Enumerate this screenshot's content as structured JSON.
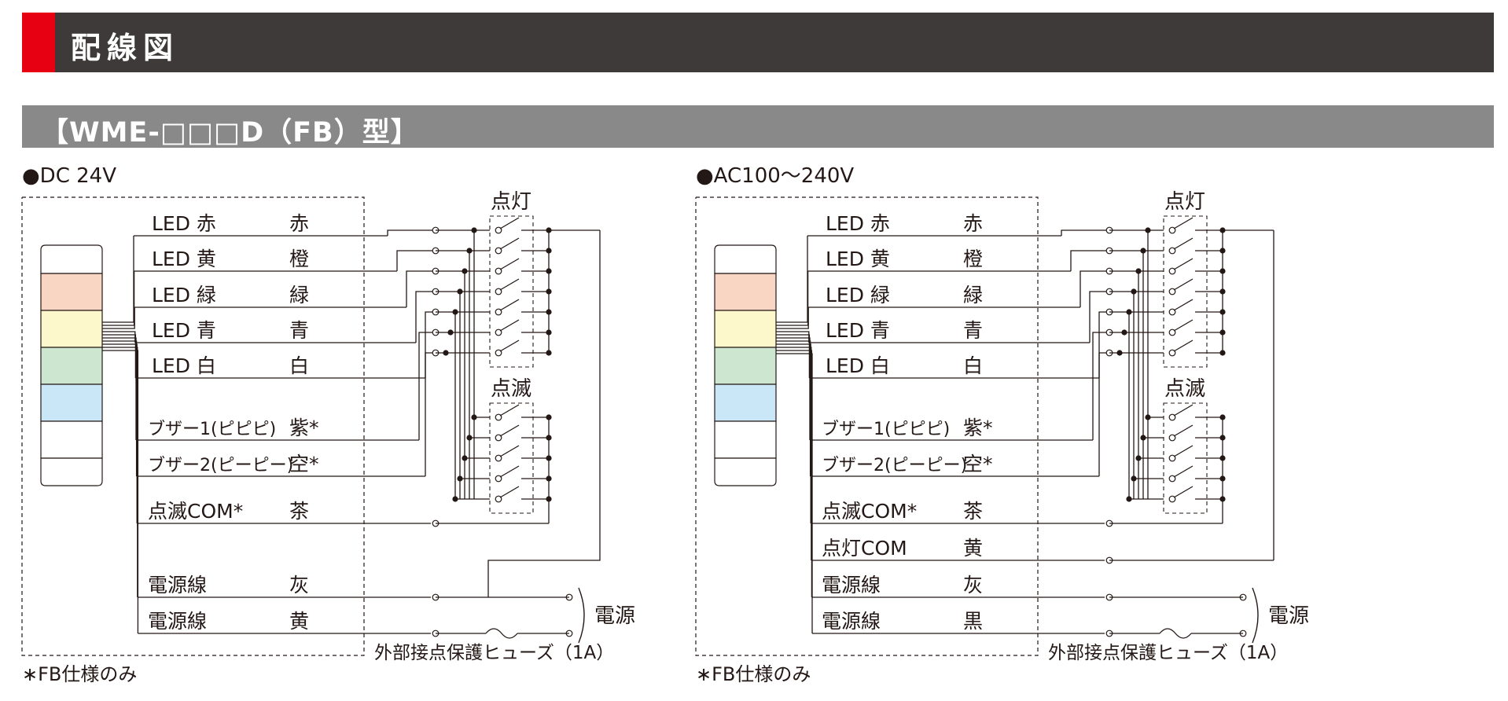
{
  "header": {
    "title": "配線図"
  },
  "model": {
    "title": "【WME-□□□D（FB）型】"
  },
  "colors": {
    "accent": "#e60012",
    "header_bg": "#3e3a39",
    "sub_bg": "#898989"
  },
  "stack_colors": [
    "#ffffff",
    "#f9d5c3",
    "#fdf7cc",
    "#cde6d0",
    "#cae7f8",
    "#ffffff",
    "#ffffff"
  ],
  "dc": {
    "title": "●DC 24V",
    "rows": [
      {
        "label": "LED 赤",
        "color": "赤"
      },
      {
        "label": "LED 黄",
        "color": "橙"
      },
      {
        "label": "LED 緑",
        "color": "緑"
      },
      {
        "label": "LED 青",
        "color": "青"
      },
      {
        "label": "LED 白",
        "color": "白"
      },
      {
        "label": "ブザー1(ピピピ)",
        "color": "紫*"
      },
      {
        "label": "ブザー2(ピーピー)",
        "color": "空*"
      },
      {
        "label": "点滅COM*",
        "color": "茶"
      },
      {
        "label": "電源線",
        "color": "灰"
      },
      {
        "label": "電源線",
        "color": "黄"
      }
    ],
    "lit": "点灯",
    "blink": "点滅",
    "power": "電源",
    "fuse": "外部接点保護ヒューズ（1A）",
    "footnote": "∗FB仕様のみ"
  },
  "ac": {
    "title": "●AC100〜240V",
    "rows": [
      {
        "label": "LED 赤",
        "color": "赤"
      },
      {
        "label": "LED 黄",
        "color": "橙"
      },
      {
        "label": "LED 緑",
        "color": "緑"
      },
      {
        "label": "LED 青",
        "color": "青"
      },
      {
        "label": "LED 白",
        "color": "白"
      },
      {
        "label": "ブザー1(ピピピ)",
        "color": "紫*"
      },
      {
        "label": "ブザー2(ピーピー)",
        "color": "空*"
      },
      {
        "label": "点滅COM*",
        "color": "茶"
      },
      {
        "label": "点灯COM",
        "color": "黄"
      },
      {
        "label": "電源線",
        "color": "灰"
      },
      {
        "label": "電源線",
        "color": "黒"
      }
    ],
    "lit": "点灯",
    "blink": "点滅",
    "power": "電源",
    "fuse": "外部接点保護ヒューズ（1A）",
    "footnote": "∗FB仕様のみ"
  }
}
